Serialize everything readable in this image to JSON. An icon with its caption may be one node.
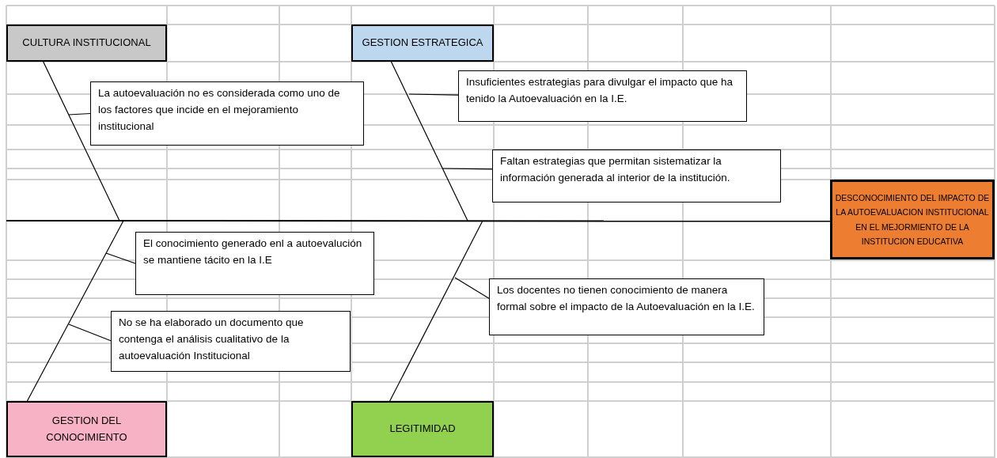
{
  "diagram": {
    "nodes": [
      {
        "text": [
          "CULTURA INSTITUCIONAL"
        ]
      },
      {
        "text": [
          "GESTION ESTRATEGICA"
        ]
      },
      {
        "text": [
          "La autoevaluación no es considerada como uno de los factores que incide en el mejoramiento institucional"
        ]
      },
      {
        "text": [
          "Insuficientes estrategias para divulgar el impacto que ha tenido la Autoevaluación en la I.E."
        ]
      },
      {
        "text": [
          "Faltan estrategias que permitan sistematizar la información generada al interior de la institución."
        ]
      },
      {
        "text": [
          "DESCONOCIMIENTO DEL IMPACTO DE LA AUTOEVALUACION INSTITUCIONAL EN EL MEJORMIENTO DE LA INSTITUCION EDUCATIVA"
        ]
      },
      {
        "text": [
          "El conocimiento generado enl a autoevalución se mantiene tácito en la I.E"
        ]
      },
      {
        "text": [
          "Los docentes no tienen conocimiento de manera formal sobre el impacto de la Autoevaluación en la I.E."
        ]
      },
      {
        "text": [
          "No se ha elaborado un documento que contenga el análisis cualitativo de la autoevaluación Institucional"
        ]
      },
      {
        "text": [
          "GESTION DEL CONOCIMIENTO"
        ]
      },
      {
        "text": [
          "LEGITIMIDAD"
        ]
      }
    ],
    "edges": [
      {
        "from": null,
        "to": 5,
        "arrow": "none"
      },
      {
        "from": 0,
        "to": null,
        "arrow": "none"
      },
      {
        "from": 1,
        "to": null,
        "arrow": "none"
      },
      {
        "from": 9,
        "to": null,
        "arrow": "none"
      },
      {
        "from": 10,
        "to": null,
        "arrow": "none"
      },
      {
        "from": 2,
        "to": null,
        "arrow": "none"
      },
      {
        "from": 3,
        "to": null,
        "arrow": "none"
      },
      {
        "from": 4,
        "to": null,
        "arrow": "none"
      },
      {
        "from": 6,
        "to": null,
        "arrow": "none"
      },
      {
        "from": 8,
        "to": null,
        "arrow": "none"
      },
      {
        "from": 7,
        "to": null,
        "arrow": "none"
      }
    ]
  }
}
